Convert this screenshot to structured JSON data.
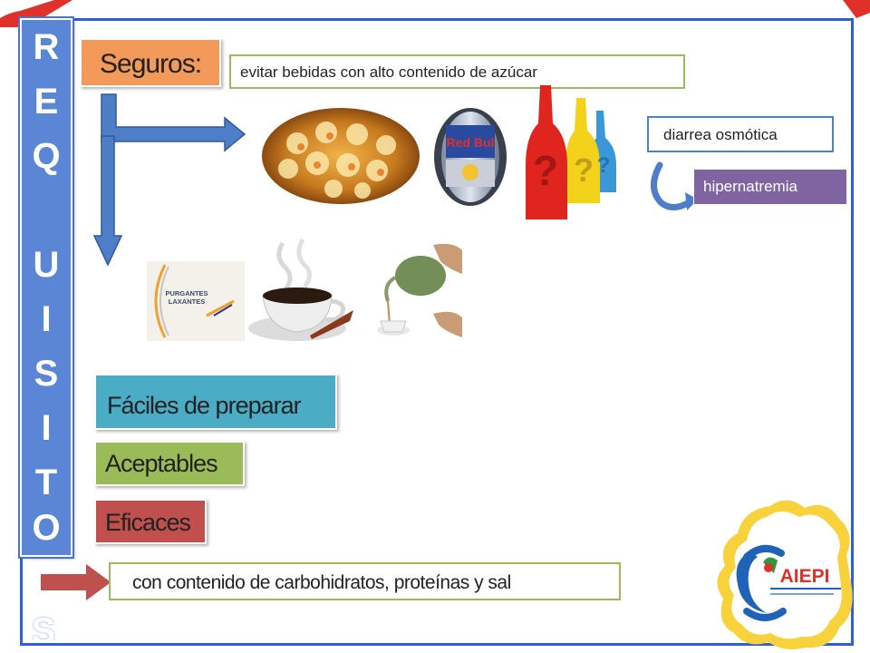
{
  "title_letters": [
    "R",
    "E",
    "Q",
    "",
    "U",
    "I",
    "S",
    "I",
    "T",
    "O"
  ],
  "title_tail": "S",
  "safe_label": "Seguros:",
  "avoid_text": "evitar  bebidas con alto contenido  de azúcar",
  "effects": [
    "diarrea osmótica",
    "hipernatremia"
  ],
  "purgantes_text": [
    "PURGANTES",
    "LAXANTES"
  ],
  "requirements": [
    "Fáciles de preparar",
    "Aceptables",
    "Eficaces"
  ],
  "content_text": "con contenido de carbohidratos, proteínas y sal",
  "logo_text": "AIEPI",
  "colors": {
    "frame": "#2b60d8",
    "title_bar": "#5b86d6",
    "safe": "#f39a5a",
    "easy": "#4bacc6",
    "acceptable": "#9bbb59",
    "effective": "#c0504d",
    "hypernatremia": "#8064a2"
  },
  "images": [
    "juice-glasses-image",
    "energy-drink-image",
    "soda-bottles-image",
    "laxative-box-image",
    "tea-cup-image",
    "teapot-image",
    "aiepi-logo"
  ]
}
